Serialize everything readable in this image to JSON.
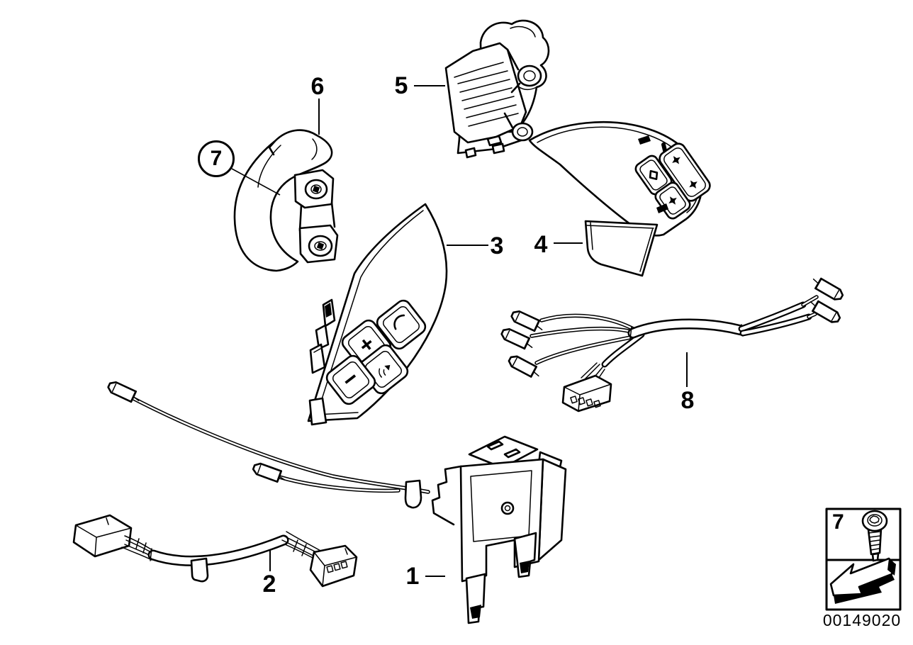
{
  "colors": {
    "background": "#ffffff",
    "ink": "#000000"
  },
  "callouts": {
    "c1": {
      "label": "1"
    },
    "c2": {
      "label": "2"
    },
    "c3": {
      "label": "3"
    },
    "c4": {
      "label": "4"
    },
    "c5": {
      "label": "5"
    },
    "c6": {
      "label": "6"
    },
    "c7": {
      "label": "7",
      "style": "circled"
    },
    "c8": {
      "label": "8"
    }
  },
  "part3_buttons": {
    "plus_label": "+",
    "minus_label": "−",
    "phone_icon": "phone-handset-icon",
    "voice_icon": "voice-control-icon"
  },
  "part4_buttons": {
    "icons": [
      "diamond-icon",
      "four-point-star-icon",
      "four-point-star-icon",
      "four-point-star-icon"
    ]
  },
  "legend": {
    "number": "7",
    "screw_icon": "torx-screw-icon",
    "arrow_icon": "direction-of-travel-arrow-icon"
  },
  "doc_number": "00149020"
}
